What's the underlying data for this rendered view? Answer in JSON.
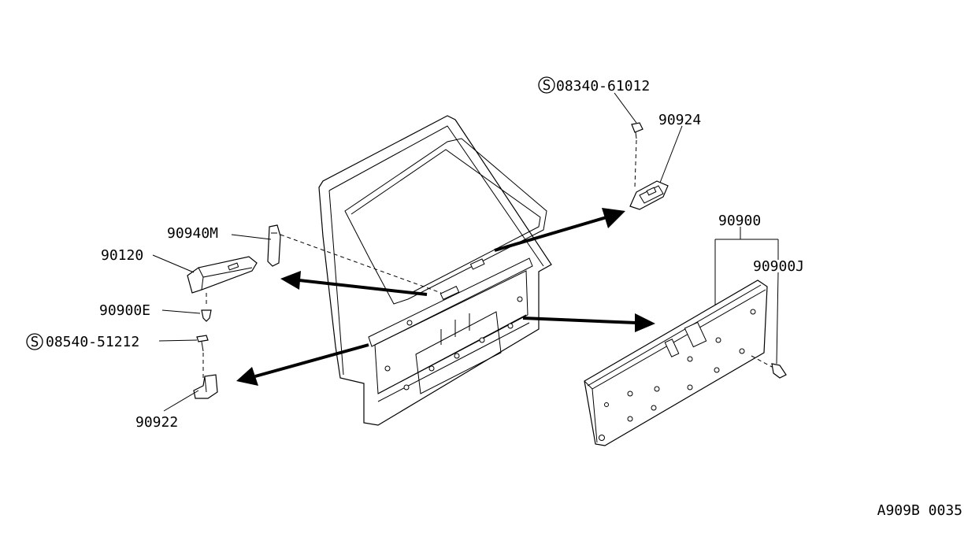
{
  "labels": {
    "screw_top": "08340-61012",
    "screw_top_prefix": "S",
    "bracket_top": "90924",
    "panel": "90900",
    "panel_clip": "90900J",
    "handle": "90940M",
    "bracket_left": "90120",
    "clip_left": "90900E",
    "screw_left": "08540-51212",
    "screw_left_prefix": "S",
    "bracket_lower": "90922"
  },
  "diagram_code": "A909B 0035"
}
